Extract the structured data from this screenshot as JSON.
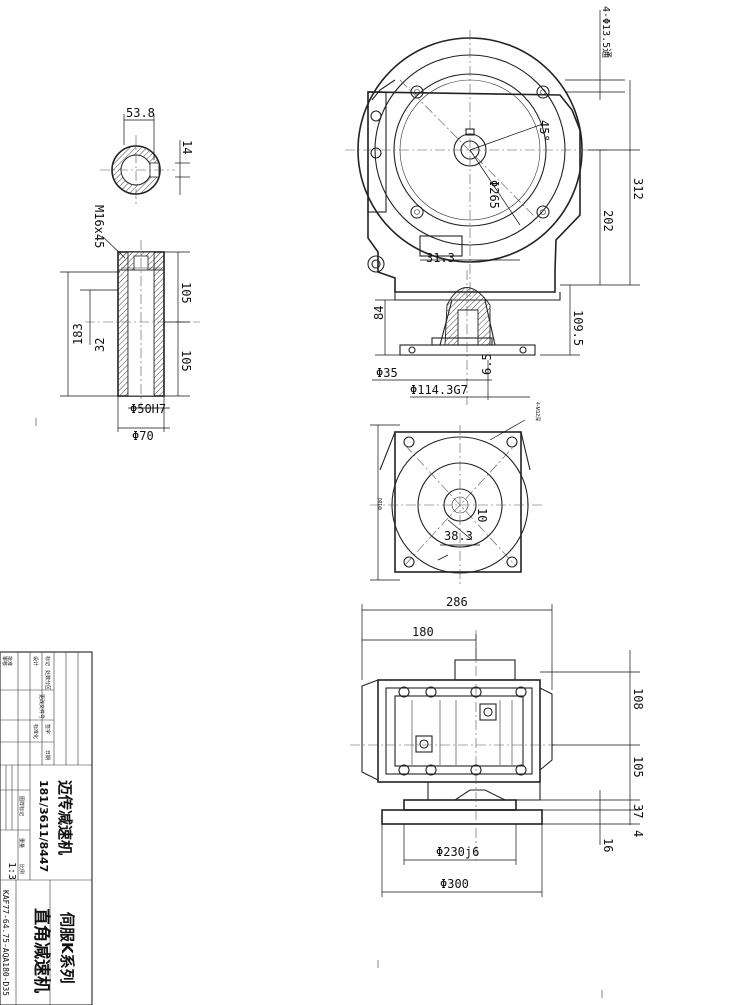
{
  "dimensions": {
    "bolt_holes": "4-Φ13.5通",
    "angle": "45°",
    "pcd": "Φ265",
    "d_312": "312",
    "d_202": "202",
    "d_31_3": "31.3",
    "d_109_5": "109.5",
    "d_84": "84",
    "d_35": "Φ35",
    "d_6_5": "6.5",
    "d_114": "Φ114.3G7",
    "d_53_8": "53.8",
    "d_14": "14",
    "thread": "M16x45",
    "d_105a": "105",
    "d_105b": "105",
    "d_183": "183",
    "d_32": "32",
    "d_50": "Φ50H7",
    "d_70": "Φ70",
    "tap_holes": "4-M12深",
    "d_180v": "Φ180",
    "d_10": "10",
    "d_38_3": "38.3",
    "d_286": "286",
    "d_180": "180",
    "d_108": "108",
    "d_105c": "105",
    "d_37": "37",
    "d_4": "4",
    "d_16": "16",
    "d_230": "Φ230j6",
    "d_300": "Φ300"
  },
  "title_block": {
    "company": "迈传减速机",
    "phone": "181/3611/8447",
    "series": "伺服K系列",
    "product": "直角减速机",
    "model": "KAF77-64.75-AQA180-D35",
    "scale_value": "1:3",
    "label_scale": "比例",
    "label_weight": "重量",
    "label_mark": "图样标记",
    "label_date": "日期",
    "label_sign": "签字",
    "label_doc": "更改文件号",
    "label_zone": "分区",
    "label_count": "处数",
    "label_revmark": "标记",
    "label_design": "设计",
    "label_std": "标准化",
    "label_check": "审核",
    "label_approve": "批准"
  }
}
